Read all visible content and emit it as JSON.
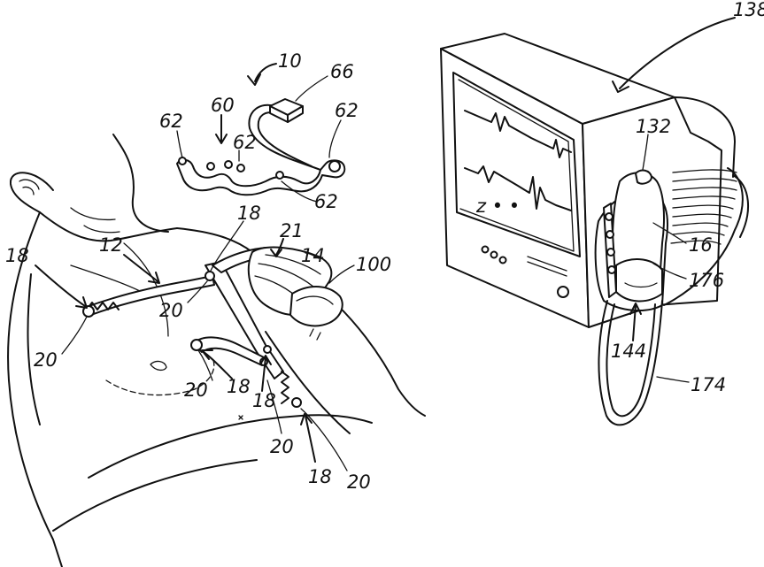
{
  "reference_numerals": {
    "n10": "10",
    "n12": "12",
    "n14": "14",
    "n16": "16",
    "n18a": "18",
    "n18b": "18",
    "n18c": "18",
    "n18d": "18",
    "n18e": "18",
    "n20a": "20",
    "n20b": "20",
    "n20c": "20",
    "n20d": "20",
    "n20e": "20",
    "n21": "21",
    "n60": "60",
    "n62a": "62",
    "n62b": "62",
    "n62c": "62",
    "n62d": "62",
    "n66": "66",
    "n100": "100",
    "n132": "132",
    "n138": "138",
    "n144": "144",
    "n174": "174",
    "n176": "176"
  },
  "monitor": {
    "screen_text": "z • •"
  }
}
